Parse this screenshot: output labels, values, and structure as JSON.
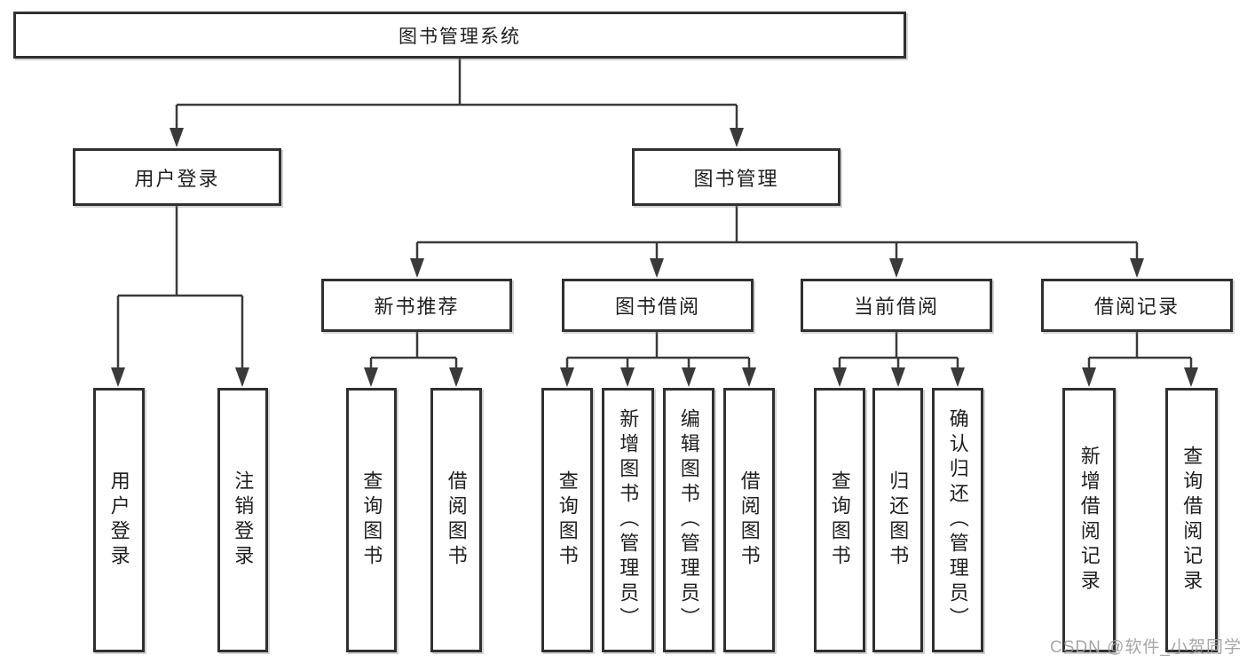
{
  "diagram_title": "图书管理系统",
  "colors": {
    "line": "#3a3a3a",
    "border": "#303030",
    "text": "#1f1f1f",
    "watermark": "#9e9e9e",
    "background": "#ffffff"
  },
  "nodes": {
    "root": {
      "label": "图书管理系统"
    },
    "level2": [
      {
        "label": "用户登录",
        "parent": "图书管理系统"
      },
      {
        "label": "图书管理",
        "parent": "图书管理系统"
      }
    ],
    "level3": [
      {
        "label": "新书推荐",
        "parent": "图书管理"
      },
      {
        "label": "图书借阅",
        "parent": "图书管理"
      },
      {
        "label": "当前借阅",
        "parent": "图书管理"
      },
      {
        "label": "借阅记录",
        "parent": "图书管理"
      }
    ],
    "leaves": [
      {
        "label": "用户登录",
        "parent": "用户登录"
      },
      {
        "label": "注销登录",
        "parent": "用户登录"
      },
      {
        "label": "查询图书",
        "parent": "新书推荐"
      },
      {
        "label": "借阅图书",
        "parent": "新书推荐"
      },
      {
        "label": "查询图书",
        "parent": "图书借阅"
      },
      {
        "label": "新增图书（管理员）",
        "parent": "图书借阅"
      },
      {
        "label": "编辑图书（管理员）",
        "parent": "图书借阅"
      },
      {
        "label": "借阅图书",
        "parent": "图书借阅"
      },
      {
        "label": "查询图书",
        "parent": "当前借阅"
      },
      {
        "label": "归还图书",
        "parent": "当前借阅"
      },
      {
        "label": "确认归还（管理员）",
        "parent": "当前借阅"
      },
      {
        "label": "新增借阅记录",
        "parent": "借阅记录"
      },
      {
        "label": "查询借阅记录",
        "parent": "借阅记录"
      }
    ]
  },
  "watermark": "CSDN @软件_小贺同学"
}
